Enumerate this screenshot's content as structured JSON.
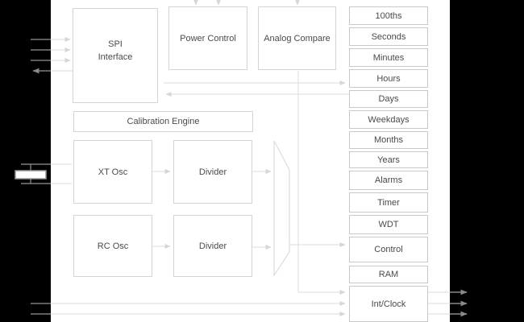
{
  "blocks": {
    "spi_line1": "SPI",
    "spi_line2": "Interface",
    "power_control": "Power Control",
    "analog_compare": "Analog Compare",
    "calibration_engine": "Calibration Engine",
    "xt_osc": "XT Osc",
    "divider_xt": "Divider",
    "rc_osc": "RC Osc",
    "divider_rc": "Divider"
  },
  "registers": [
    "100ths",
    "Seconds",
    "Minutes",
    "Hours",
    "Days",
    "Weekdays",
    "Months",
    "Years",
    "Alarms",
    "Timer",
    "WDT",
    "Control",
    "RAM",
    "Int/Clock"
  ],
  "icons": {
    "mux": "mux-trapezoid-shape",
    "crystal": "crystal-symbol"
  },
  "colors": {
    "background": "#000000",
    "canvas": "#ffffff",
    "box_border": "#d4d4d4",
    "cell_border": "#c8c8c8",
    "wire_internal": "#e2e2e2",
    "wire_external": "#7d7d7d",
    "text": "#4a4a4a"
  }
}
